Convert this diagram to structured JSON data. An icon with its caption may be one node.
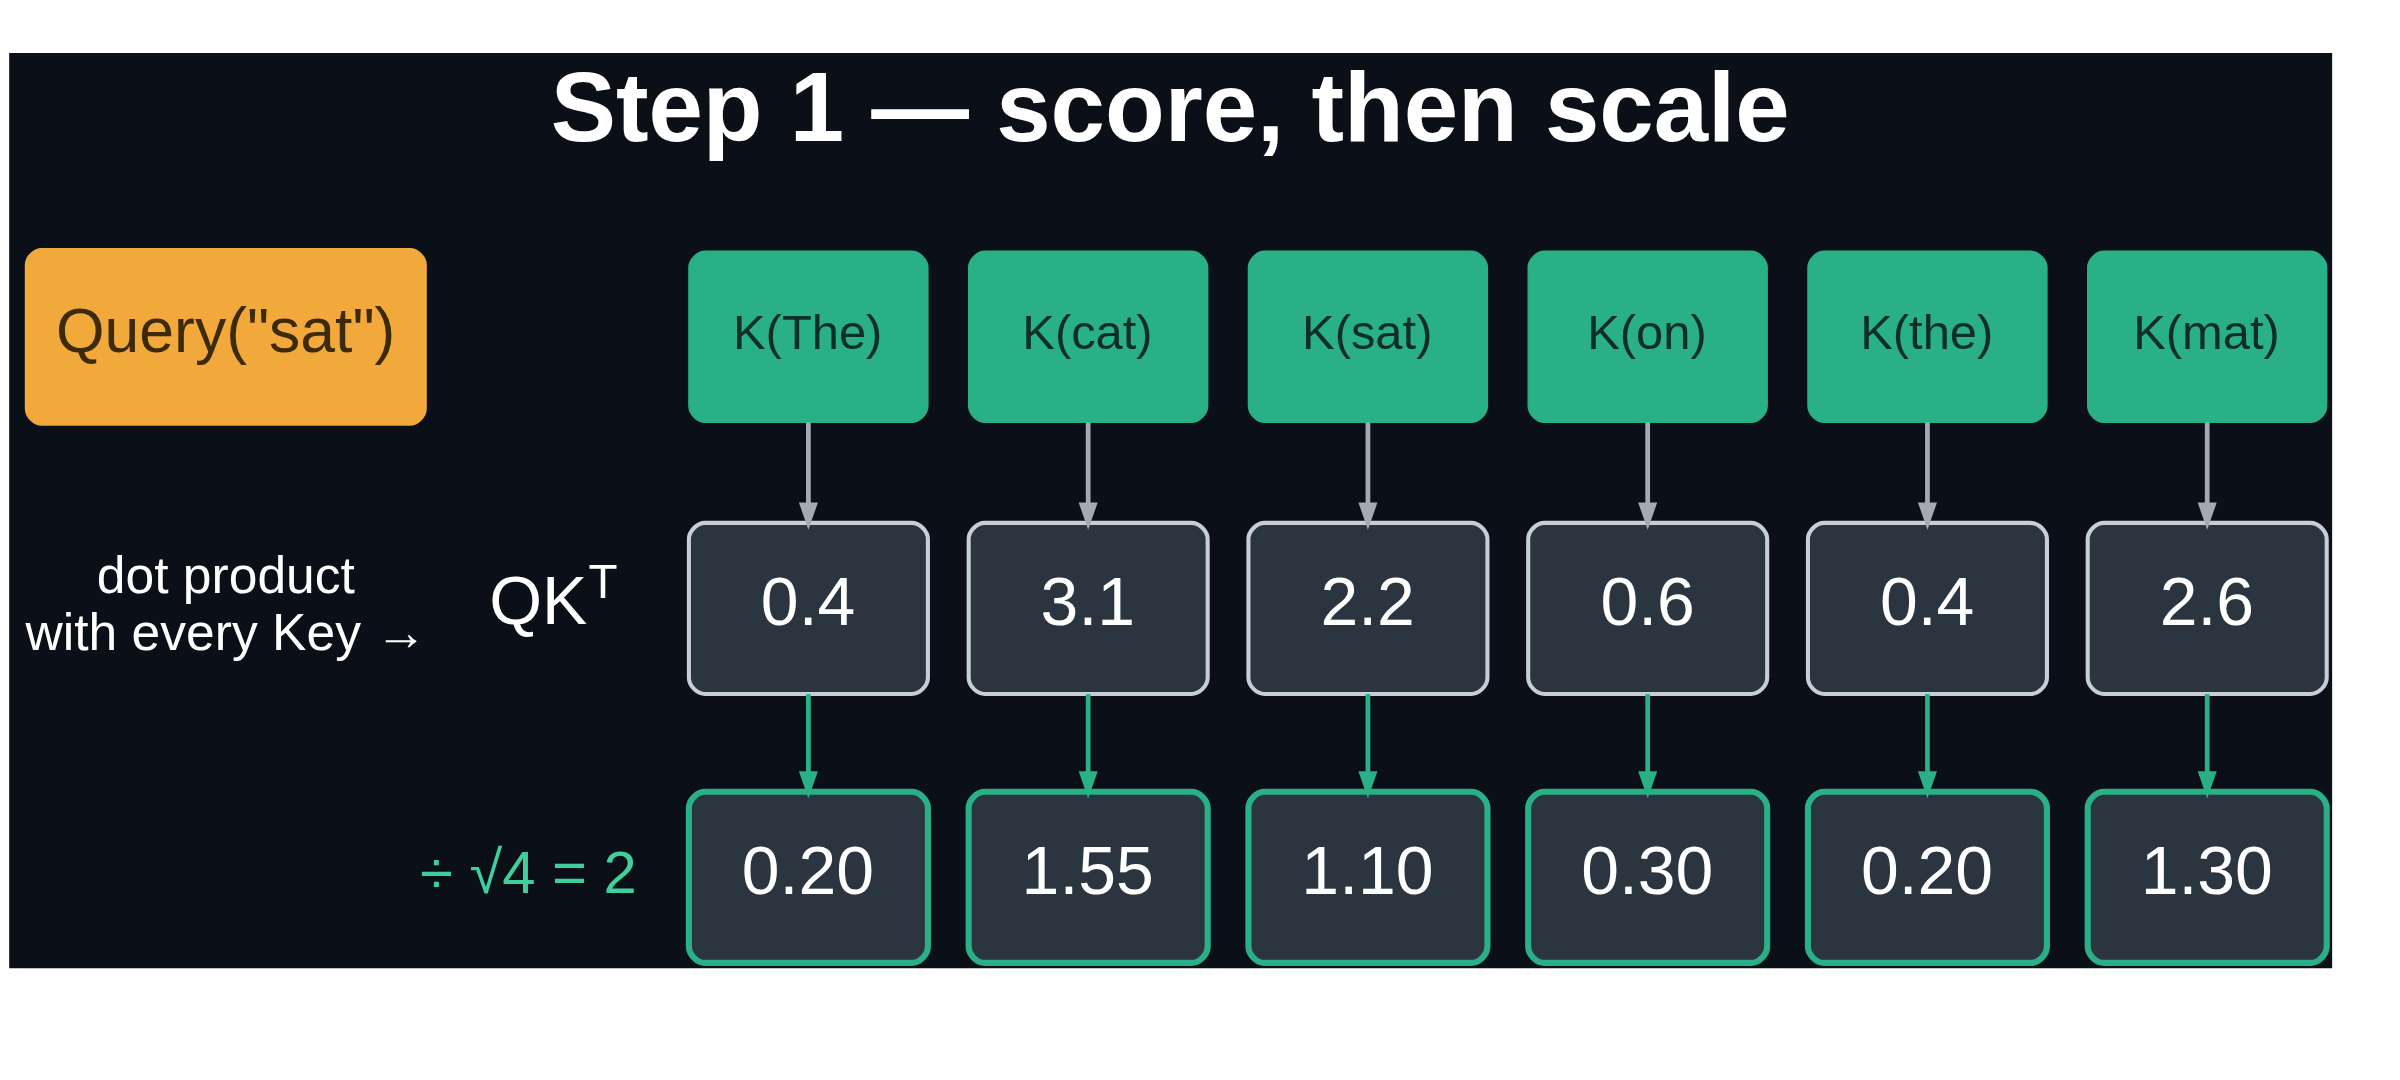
{
  "diagram": {
    "title": "Step 1 — score, then scale",
    "nodes": [
      {
        "text": [
          "Query(\"sat\")"
        ],
        "beside": [
          "dot product with every Key →"
        ]
      },
      {
        "text": [
          "K(The)"
        ]
      },
      {
        "text": [
          "K(cat)"
        ]
      },
      {
        "text": [
          "K(sat)"
        ]
      },
      {
        "text": [
          "K(on)"
        ]
      },
      {
        "text": [
          "K(the)"
        ]
      },
      {
        "text": [
          "K(mat)"
        ]
      },
      {
        "text": [
          "0.4"
        ]
      },
      {
        "text": [
          "3.1"
        ]
      },
      {
        "text": [
          "2.2"
        ]
      },
      {
        "text": [
          "0.6"
        ]
      },
      {
        "text": [
          "0.4"
        ]
      },
      {
        "text": [
          "2.6"
        ]
      },
      {
        "text": [
          "0.20"
        ]
      },
      {
        "text": [
          "1.55"
        ]
      },
      {
        "text": [
          "1.10"
        ]
      },
      {
        "text": [
          "0.30"
        ]
      },
      {
        "text": [
          "0.20"
        ]
      },
      {
        "text": [
          "1.30"
        ]
      }
    ],
    "edges": [
      {
        "from": 1,
        "to": 7,
        "arrow": "to"
      },
      {
        "from": 2,
        "to": 8,
        "arrow": "to"
      },
      {
        "from": 3,
        "to": 9,
        "arrow": "to"
      },
      {
        "from": 4,
        "to": 10,
        "arrow": "to"
      },
      {
        "from": 5,
        "to": 11,
        "arrow": "to"
      },
      {
        "from": 6,
        "to": 12,
        "arrow": "to"
      },
      {
        "from": 7,
        "to": 13,
        "arrow": "to",
        "color": "#2ab087"
      },
      {
        "from": 8,
        "to": 14,
        "arrow": "to",
        "color": "#2ab087"
      },
      {
        "from": 9,
        "to": 15,
        "arrow": "to",
        "color": "#2ab087"
      },
      {
        "from": 10,
        "to": 16,
        "arrow": "to",
        "color": "#2ab087"
      },
      {
        "from": 11,
        "to": 17,
        "arrow": "to",
        "color": "#2ab087"
      },
      {
        "from": 12,
        "to": 18,
        "arrow": "to",
        "color": "#2ab087"
      }
    ],
    "labels": [
      "QK$^{T}$",
      "÷ √4 = 2"
    ]
  }
}
